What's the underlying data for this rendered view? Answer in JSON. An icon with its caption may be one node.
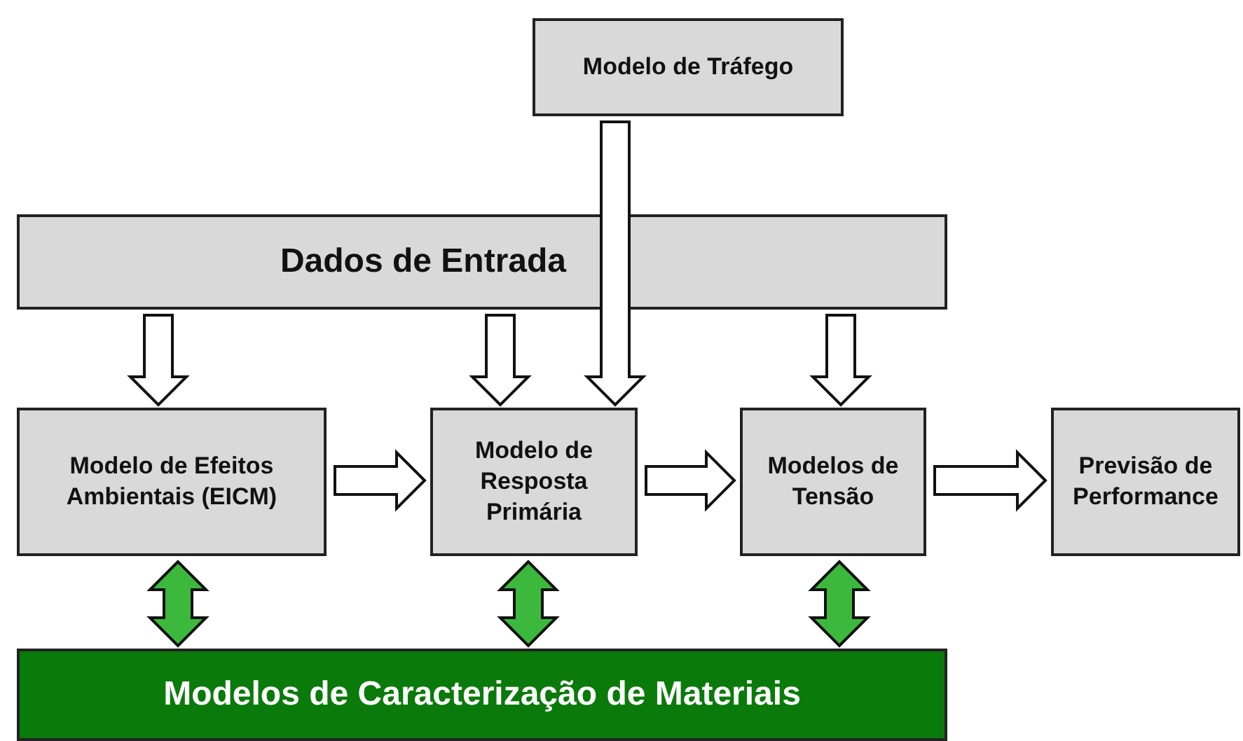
{
  "diagram": {
    "nodes": [
      {
        "text": [
          "Modelo de Tráfego"
        ]
      },
      {
        "text": [
          "Dados de Entrada"
        ]
      },
      {
        "text": [
          "Modelo de Efeitos Ambientais (EICM)"
        ]
      },
      {
        "text": [
          "Modelo de Resposta Primária"
        ]
      },
      {
        "text": [
          "Modelos de Tensão"
        ]
      },
      {
        "text": [
          "Previsão de Performance"
        ]
      },
      {
        "text": [
          "Modelos de Caracterização de Materiais"
        ]
      }
    ],
    "edges": [
      {
        "from": 0,
        "to": 3,
        "arrow": "to"
      },
      {
        "from": 1,
        "to": 2,
        "arrow": "to"
      },
      {
        "from": 1,
        "to": 3,
        "arrow": "to"
      },
      {
        "from": 1,
        "to": 4,
        "arrow": "to"
      },
      {
        "from": 2,
        "to": 3,
        "arrow": "to"
      },
      {
        "from": 3,
        "to": 4,
        "arrow": "to"
      },
      {
        "from": 4,
        "to": 5,
        "arrow": "to"
      },
      {
        "from": 2,
        "to": 6,
        "arrow": "both",
        "color": "#3cb93c"
      },
      {
        "from": 3,
        "to": 6,
        "arrow": "both",
        "color": "#3cb93c"
      },
      {
        "from": 4,
        "to": 6,
        "arrow": "both",
        "color": "#3cb93c"
      }
    ]
  }
}
